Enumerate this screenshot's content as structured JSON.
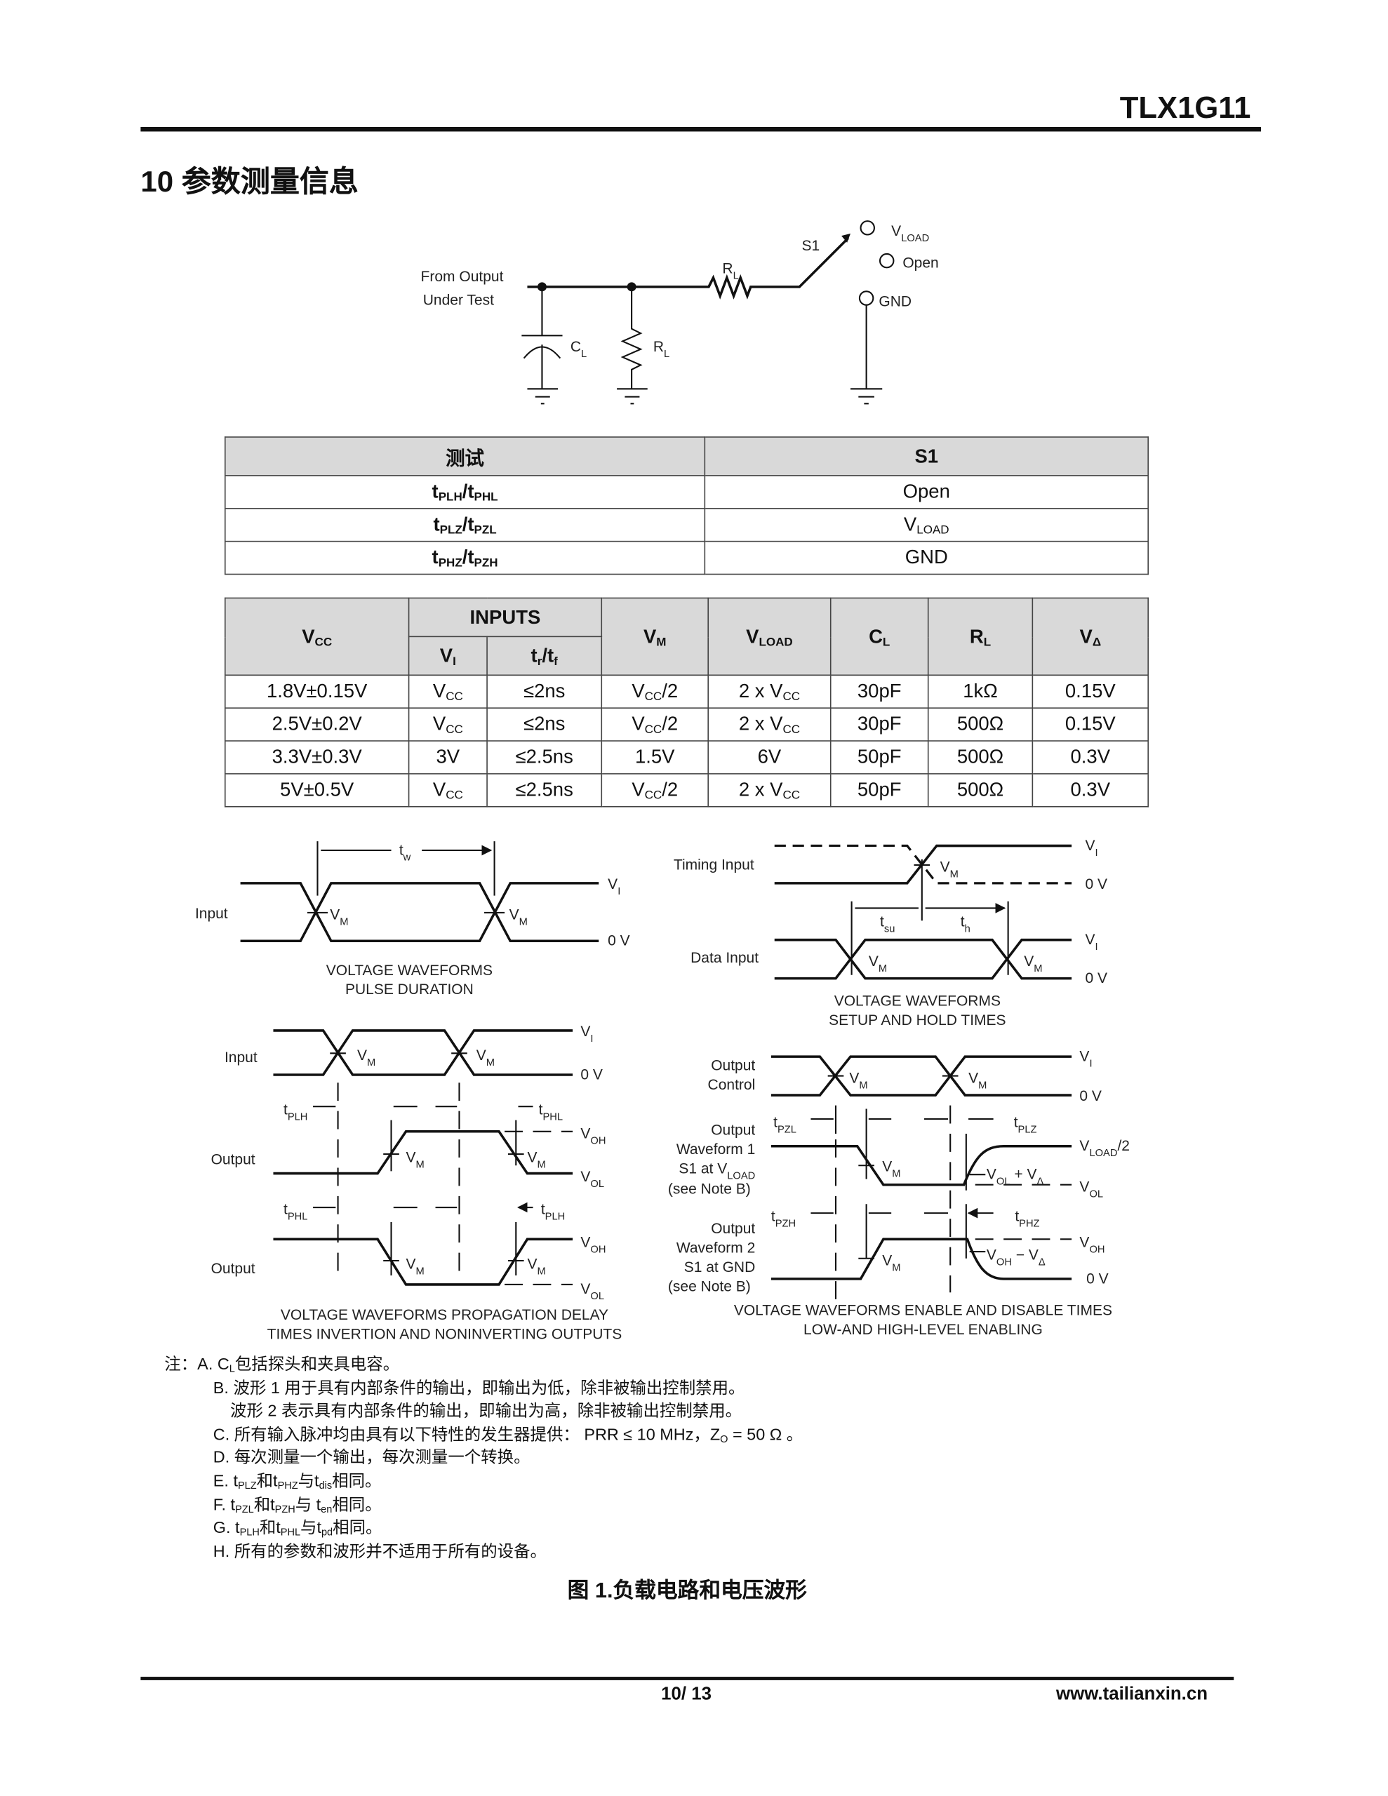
{
  "header": {
    "part": "TLX1G11"
  },
  "section": {
    "title": "10 参数测量信息"
  },
  "circuit": {
    "from_output": "From Output",
    "under_test": "Under Test",
    "cl": [
      "C",
      "L"
    ],
    "rl": [
      "R",
      "L"
    ],
    "s1": "S1",
    "vload": [
      "V",
      "LOAD"
    ],
    "open": "Open",
    "gnd": "GND"
  },
  "table1": {
    "headers": [
      "测试",
      "S1"
    ],
    "rows": [
      {
        "test": [
          "t",
          "PLH",
          "/t",
          "PHL"
        ],
        "s1": [
          "Open"
        ]
      },
      {
        "test": [
          "t",
          "PLZ",
          "/t",
          "PZL"
        ],
        "s1": [
          "V",
          "LOAD"
        ]
      },
      {
        "test": [
          "t",
          "PHZ",
          "/t",
          "PZH"
        ],
        "s1": [
          "GND"
        ]
      }
    ]
  },
  "table2": {
    "headers": {
      "vcc": [
        "V",
        "CC"
      ],
      "inputs": [
        "INPUTS"
      ],
      "vi": [
        "V",
        "I"
      ],
      "trtf": [
        "t",
        "r",
        "/t",
        "f"
      ],
      "vm": [
        "V",
        "M"
      ],
      "vload": [
        "V",
        "LOAD"
      ],
      "cl": [
        "C",
        "L"
      ],
      "rl": [
        "R",
        "L"
      ],
      "vdelta": [
        "V",
        "Δ"
      ]
    },
    "rows": [
      [
        [
          "1.8V±0.15V"
        ],
        [
          "V",
          "CC"
        ],
        [
          "≤2ns"
        ],
        [
          "V",
          "CC",
          "/2"
        ],
        [
          "2 x V",
          "CC"
        ],
        [
          "30pF"
        ],
        [
          "1kΩ"
        ],
        [
          "0.15V"
        ]
      ],
      [
        [
          "2.5V±0.2V"
        ],
        [
          "V",
          "CC"
        ],
        [
          "≤2ns"
        ],
        [
          "V",
          "CC",
          "/2"
        ],
        [
          "2 x V",
          "CC"
        ],
        [
          "30pF"
        ],
        [
          "500Ω"
        ],
        [
          "0.15V"
        ]
      ],
      [
        [
          "3.3V±0.3V"
        ],
        [
          "3V"
        ],
        [
          "≤2.5ns"
        ],
        [
          "1.5V"
        ],
        [
          "6V"
        ],
        [
          "50pF"
        ],
        [
          "500Ω"
        ],
        [
          "0.3V"
        ]
      ],
      [
        [
          "5V±0.5V"
        ],
        [
          "V",
          "CC"
        ],
        [
          "≤2.5ns"
        ],
        [
          "V",
          "CC",
          "/2"
        ],
        [
          "2 x V",
          "CC"
        ],
        [
          "50pF"
        ],
        [
          "500Ω"
        ],
        [
          "0.3V"
        ]
      ]
    ]
  },
  "waveforms": {
    "vm": [
      "V",
      "M"
    ],
    "vi": [
      "V",
      "I"
    ],
    "zero": [
      "0 V"
    ],
    "voh": [
      "V",
      "OH"
    ],
    "vol": [
      "V",
      "OL"
    ],
    "input": "Input",
    "output": "Output",
    "tw": [
      "t",
      "w"
    ],
    "pulse_caption": [
      "VOLTAGE WAVEFORMS",
      "PULSE DURATION"
    ],
    "timing_input": "Timing Input",
    "data_input": "Data Input",
    "tsu": [
      "t",
      "su"
    ],
    "th": [
      "t",
      "h"
    ],
    "setup_caption": [
      "VOLTAGE WAVEFORMS",
      "SETUP AND HOLD TIMES"
    ],
    "tplh": [
      "t",
      "PLH"
    ],
    "tphl": [
      "t",
      "PHL"
    ],
    "prop_caption": [
      "VOLTAGE WAVEFORMS PROPAGATION DELAY",
      "TIMES INVERTION AND NONINVERTING OUTPUTS"
    ],
    "output_control": [
      "Output",
      "Control"
    ],
    "wf1": [
      "Output",
      "Waveform 1"
    ],
    "wf1_s1": [
      "S1 at V",
      "LOAD"
    ],
    "see_note": "(see Note B)",
    "wf2": [
      "Output",
      "Waveform 2",
      "S1 at GND"
    ],
    "tpzl": [
      "t",
      "PZL"
    ],
    "tplz": [
      "t",
      "PLZ"
    ],
    "tpzh": [
      "t",
      "PZH"
    ],
    "tphz": [
      "t",
      "PHZ"
    ],
    "vload2": [
      "V",
      "LOAD",
      "/2"
    ],
    "vol_vd": [
      "V",
      "OL",
      " + V",
      "Δ"
    ],
    "voh_vd": [
      "V",
      "OH",
      " − V",
      "Δ"
    ],
    "enable_caption": [
      "VOLTAGE WAVEFORMS ENABLE AND DISABLE TIMES",
      "LOW-AND HIGH-LEVEL ENABLING"
    ]
  },
  "notes": [
    [
      "注：A. C",
      "L",
      "包括探头和夹具电容。"
    ],
    [
      "B. 波形 1 用于具有内部条件的输出，即输出为低，除非被输出控制禁用。"
    ],
    [
      "波形 2 表示具有内部条件的输出，即输出为高，除非被输出控制禁用。"
    ],
    [
      "C. 所有输入脉冲均由具有以下特性的发生器提供： PRR ≤ 10 MHz，Z",
      "O",
      " = 50 Ω 。"
    ],
    [
      "D. 每次测量一个输出，每次测量一个转换。"
    ],
    [
      "E. t",
      "PLZ",
      "和t",
      "PHZ",
      "与t",
      "dis",
      "相同。"
    ],
    [
      "F. t",
      "PZL",
      "和t",
      "PZH",
      "与 t",
      "en",
      "相同。"
    ],
    [
      "G. t",
      "PLH",
      "和t",
      "PHL",
      "与t",
      "pd",
      "相同。"
    ],
    [
      "H. 所有的参数和波形并不适用于所有的设备。"
    ]
  ],
  "figure_caption": "图 1.负载电路和电压波形",
  "footer": {
    "page": "10/ 13",
    "url": "www.tailianxin.cn"
  }
}
